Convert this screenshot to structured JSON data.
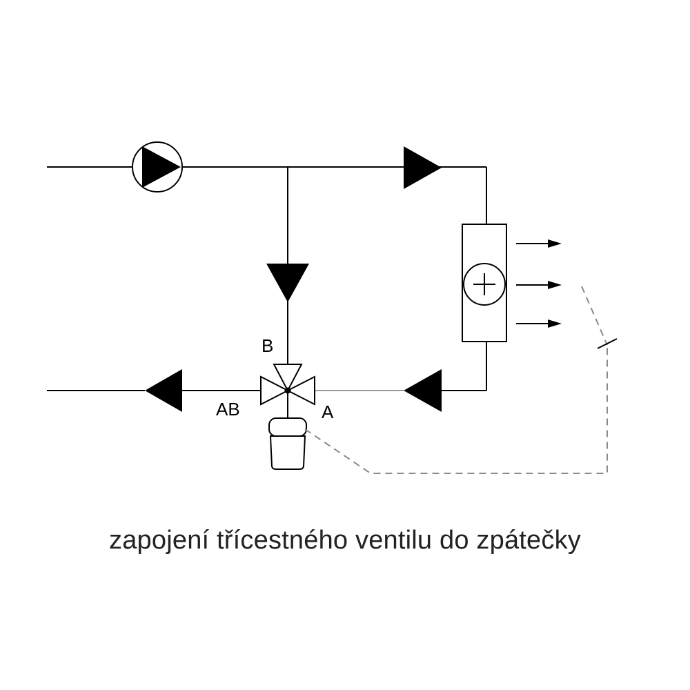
{
  "labels": {
    "port_b": "B",
    "port_ab": "AB",
    "port_a": "A"
  },
  "caption": "zapojení třícestného ventilu do zpátečky",
  "colors": {
    "line": "#000000",
    "signal_line": "#8a8a8a",
    "caption_text": "#222222",
    "background": "#ffffff"
  }
}
